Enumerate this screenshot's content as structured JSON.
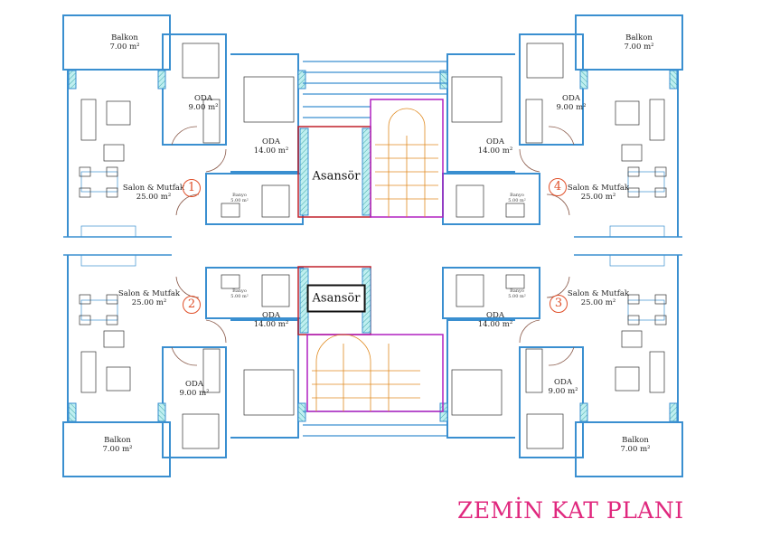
{
  "title": "ZEMİN KAT PLANI",
  "elevator_label": "Asansör",
  "apartments": [
    {
      "number": "1",
      "balkon": {
        "name": "Balkon",
        "area": "7.00 m²"
      },
      "oda_small": {
        "name": "ODA",
        "area": "9.00 m²"
      },
      "oda_large": {
        "name": "ODA",
        "area": "14.00 m²"
      },
      "salon": {
        "name": "Salon & Mutfak",
        "area": "25.00 m²"
      },
      "banyo": {
        "name": "Banyo",
        "area": "5.00 m²"
      }
    },
    {
      "number": "2",
      "balkon": {
        "name": "Balkon",
        "area": "7.00 m²"
      },
      "oda_small": {
        "name": "ODA",
        "area": "9.00 m²"
      },
      "oda_large": {
        "name": "ODA",
        "area": "14.00 m²"
      },
      "salon": {
        "name": "Salon & Mutfak",
        "area": "25.00 m²"
      },
      "banyo": {
        "name": "Banyo",
        "area": "5.00 m²"
      }
    },
    {
      "number": "3",
      "balkon": {
        "name": "Balkon",
        "area": "7.00 m²"
      },
      "oda_small": {
        "name": "ODA",
        "area": "9.00 m²"
      },
      "oda_large": {
        "name": "ODA",
        "area": "14.00 m²"
      },
      "salon": {
        "name": "Salon & Mutfak",
        "area": "25.00 m²"
      },
      "banyo": {
        "name": "Banyo",
        "area": "5.00 m²"
      }
    },
    {
      "number": "4",
      "balkon": {
        "name": "Balkon",
        "area": "7.00 m²"
      },
      "oda_small": {
        "name": "ODA",
        "area": "9.00 m²"
      },
      "oda_large": {
        "name": "ODA",
        "area": "14.00 m²"
      },
      "salon": {
        "name": "Salon & Mutfak",
        "area": "25.00 m²"
      },
      "banyo": {
        "name": "Banyo",
        "area": "5.00 m²"
      }
    }
  ],
  "colors": {
    "wall": "#3a8fd0",
    "elevator": "#c0202a",
    "stair": "#e08a20",
    "stairwall": "#b020c0",
    "title": "#e0287e",
    "marker": "#e0502a"
  }
}
